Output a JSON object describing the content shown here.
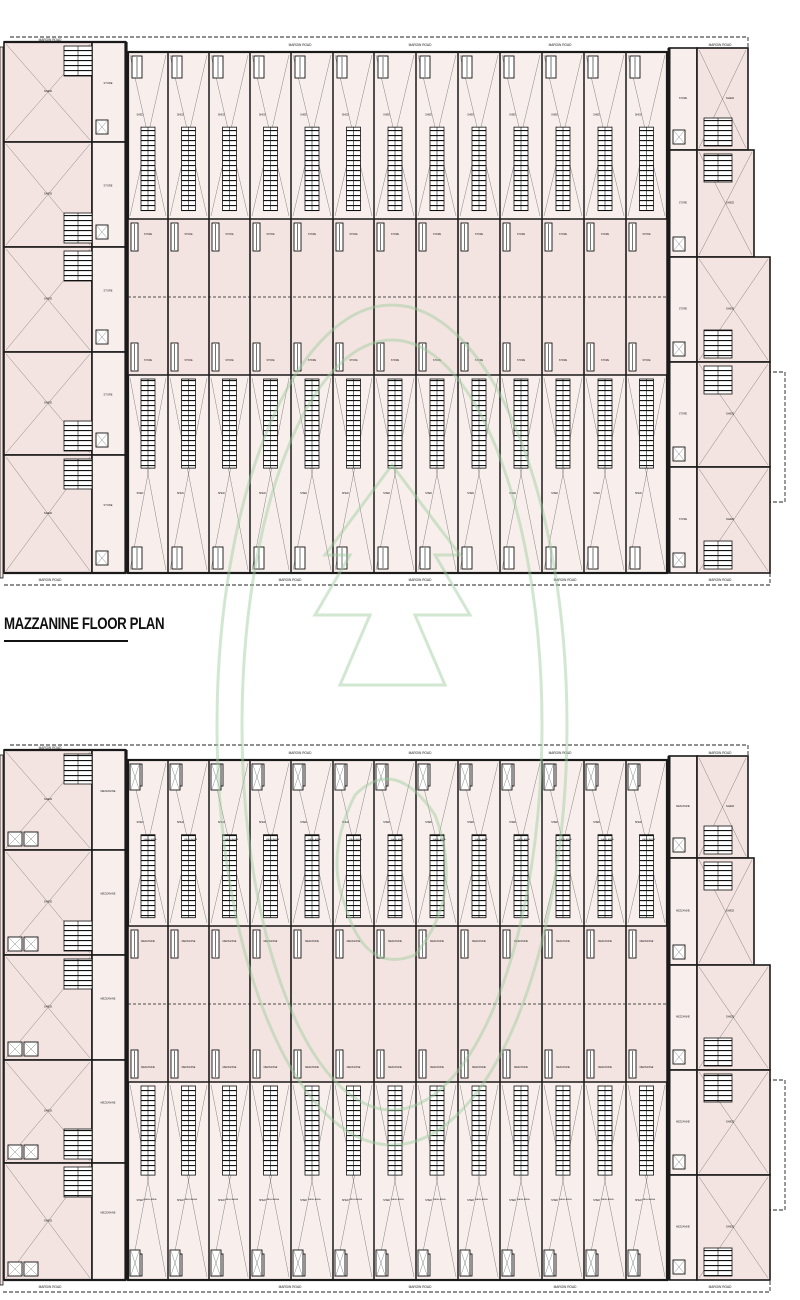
{
  "caption": "MAZZANINE FLOOR PLAN",
  "colors": {
    "fill": "#f4e4e1",
    "fill_light": "#f8efec",
    "wall": "#1a1a1a",
    "annotation_blue": "#2a3ccc",
    "watermark_green": "#9ccc9c"
  },
  "road_label": "MARGIN ROAD",
  "labels": {
    "shed": "SHED",
    "store": "STORE",
    "mezz": "MEZZANINE",
    "toilet": "TOILET",
    "wash": "WASH AREA"
  },
  "icons": [
    "staircase-icon",
    "toilet-icon",
    "watermark-seal-icon"
  ]
}
